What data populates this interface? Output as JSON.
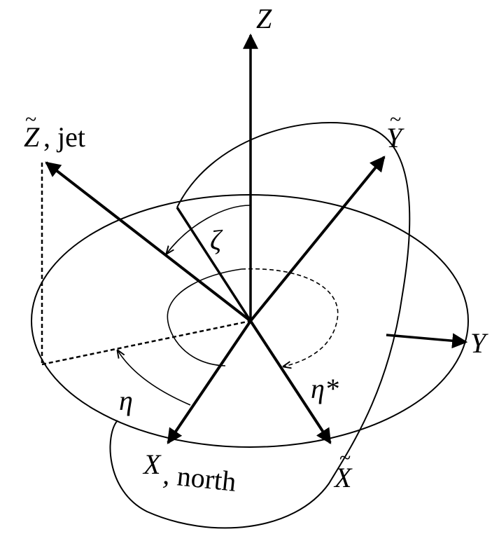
{
  "labels": {
    "z": "Z",
    "z_tilde_main": "Z",
    "z_tilde_suffix": ", jet",
    "tilde": "~",
    "y_tilde": "Y",
    "y": "Y",
    "x_main": "X",
    "x_suffix": ", north",
    "x_tilde": "X",
    "zeta": "ζ",
    "eta": "η",
    "eta_star": "η*"
  }
}
